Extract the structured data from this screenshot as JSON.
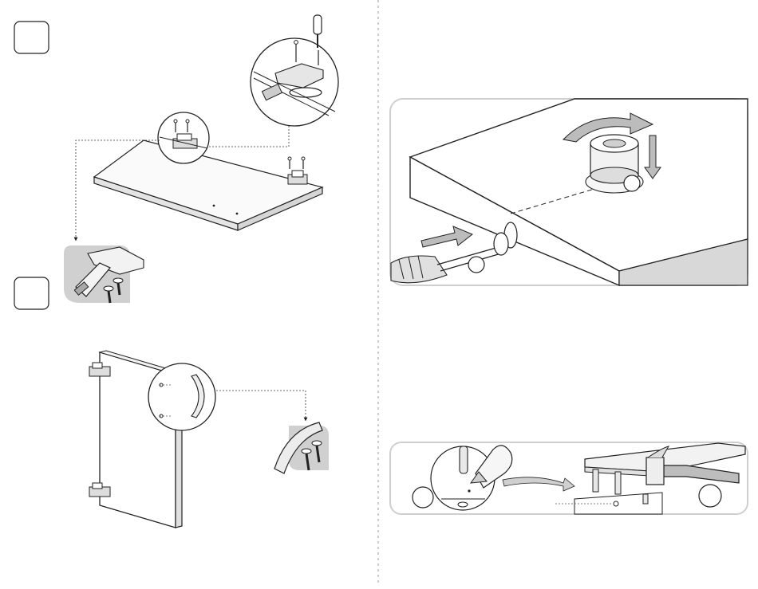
{
  "manual": {
    "steps": [
      {
        "id": "step-1",
        "number": ""
      },
      {
        "id": "step-2",
        "number": ""
      }
    ],
    "callouts": [
      {
        "id": "cam-screwdriver-marker",
        "label": ""
      },
      {
        "id": "cam-lock-marker",
        "label": ""
      },
      {
        "id": "glue-marker",
        "label": ""
      },
      {
        "id": "hammer-marker",
        "label": ""
      }
    ]
  },
  "colors": {
    "line": "#1a1a1a",
    "panel_fill": "#f2f2f2",
    "shade": "#c8c8c8",
    "dark_shade": "#9a9a9a",
    "frame": "#cfcfcf"
  },
  "icons": [
    "screwdriver-icon",
    "screw-icon",
    "hinge-icon",
    "cam-lock-icon",
    "arrow-icon",
    "glue-bottle-icon",
    "dowel-icon",
    "hammer-icon",
    "handle-icon"
  ]
}
